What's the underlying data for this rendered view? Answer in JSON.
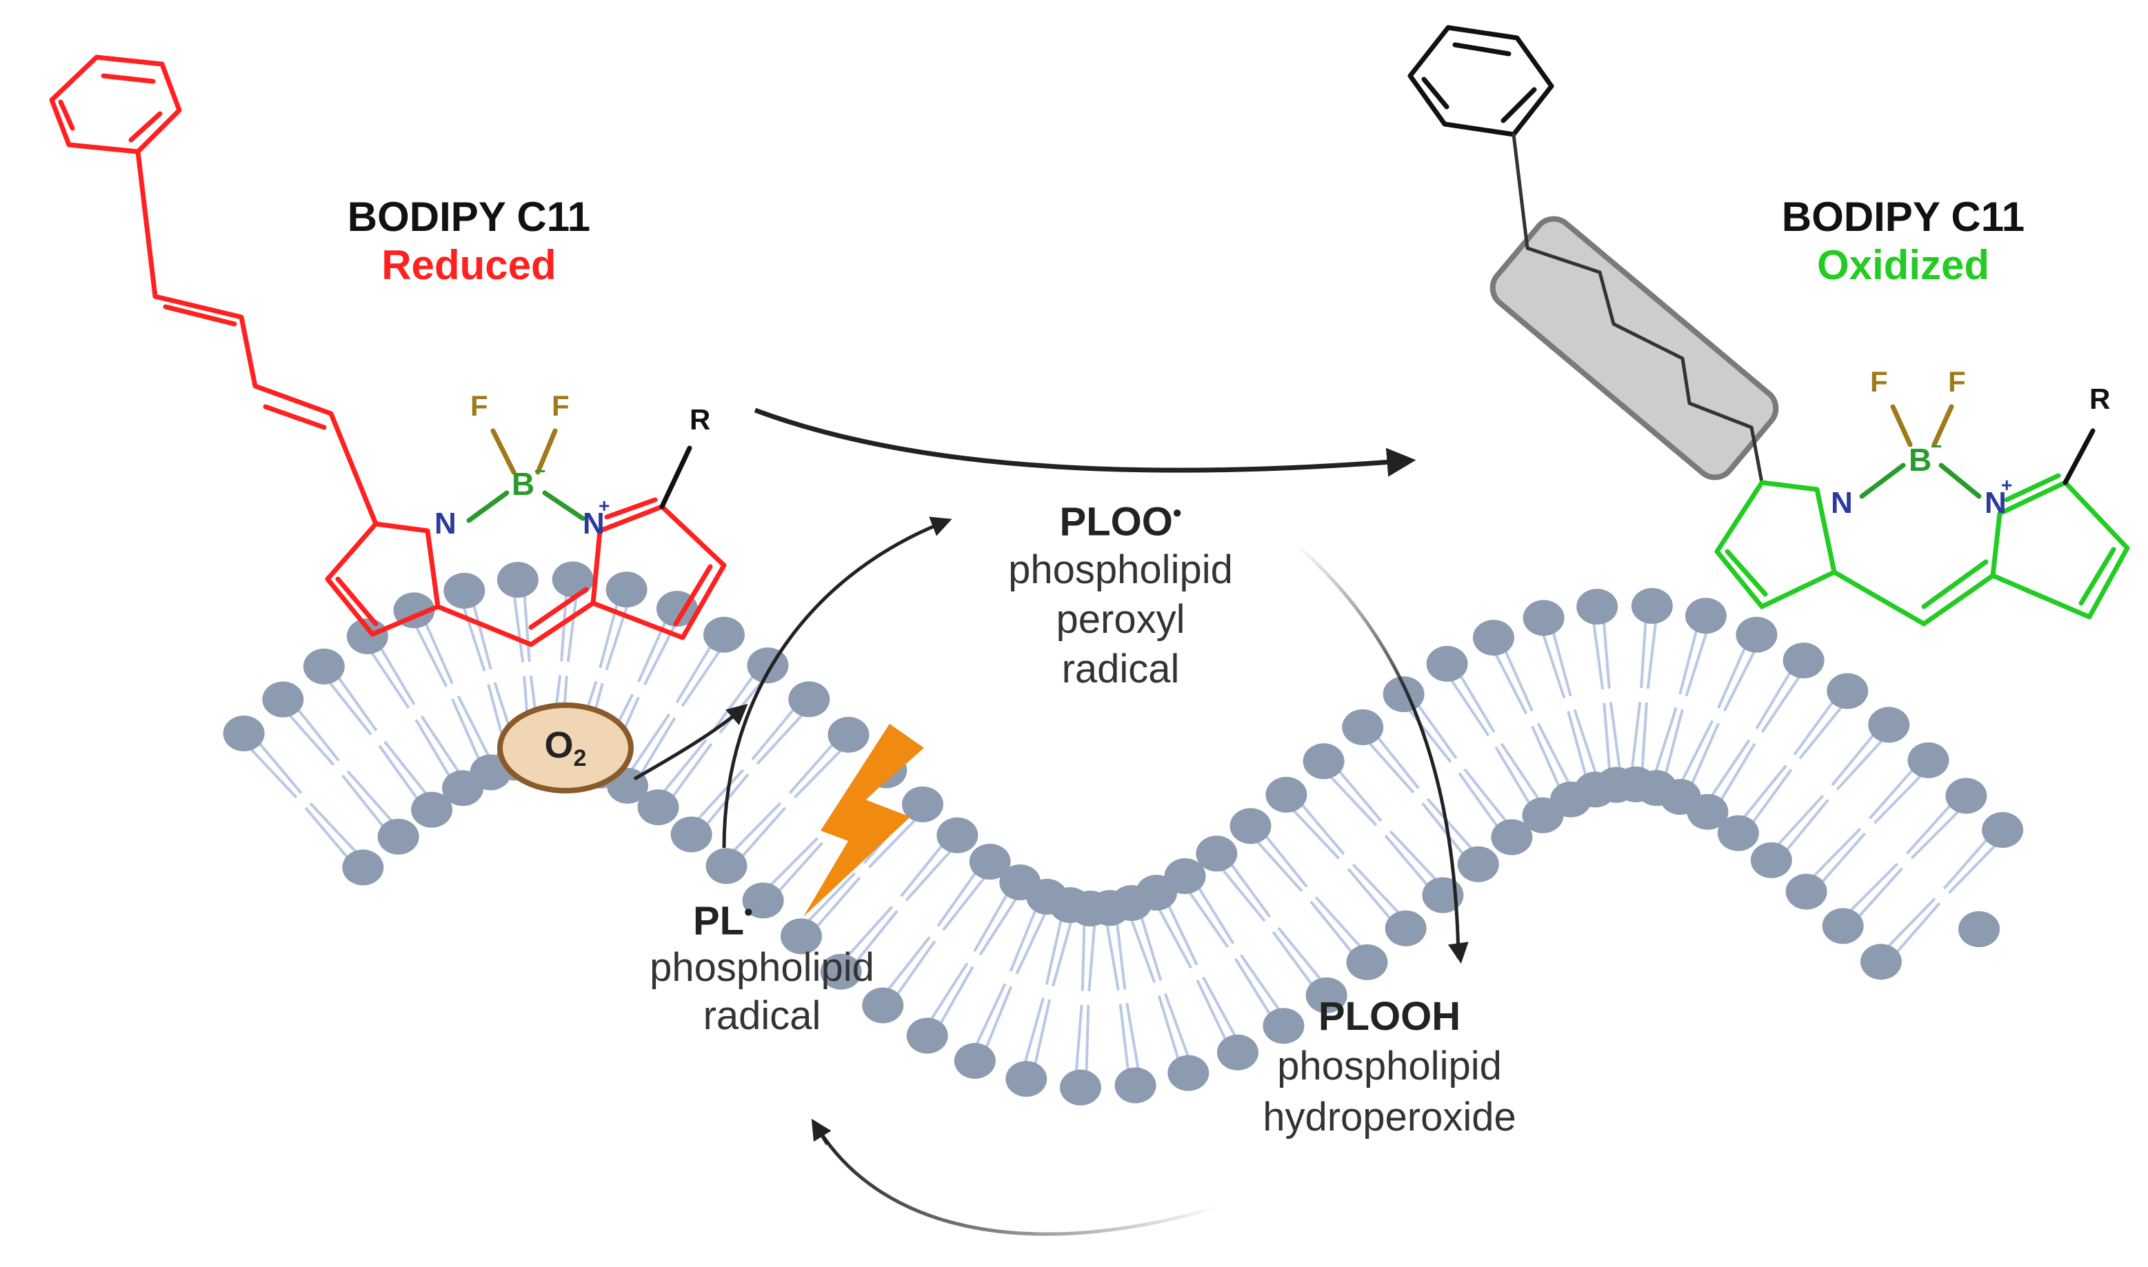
{
  "reduced": {
    "name": "BODIPY C11",
    "state": "Reduced",
    "color": "#ff2020"
  },
  "oxidized": {
    "name": "BODIPY C11",
    "state": "Oxidized",
    "color": "#22cc22"
  },
  "atoms": {
    "fluorine": "F",
    "boron": "B",
    "nitrogen": "N",
    "r_group": "R",
    "minus": "−",
    "plus": "+"
  },
  "species": {
    "ploo": {
      "symbol": "PLOO",
      "line1": "phospholipid",
      "line2": "peroxyl",
      "line3": "radical"
    },
    "pl": {
      "symbol": "PL",
      "line1": "phospholipid",
      "line2": "radical"
    },
    "plooh": {
      "symbol": "PLOOH",
      "line1": "phospholipid",
      "line2": "hydroperoxide"
    },
    "oxygen": {
      "symbol": "O",
      "subscript": "2"
    },
    "radical_dot": "•"
  },
  "colors": {
    "membrane_head": "#8d9bb1",
    "membrane_tail": "#b9c8e6",
    "fluorine": "#a07a1a",
    "boron": "#2a9a2a",
    "nitrogen": "#2a3aa0",
    "lightning": "#f08a10",
    "oxygen_fill": "#f0d6b4",
    "oxygen_stroke": "#8a5a2a",
    "box_fill": "#c8c8c8",
    "box_stroke": "#7a7a7a"
  }
}
